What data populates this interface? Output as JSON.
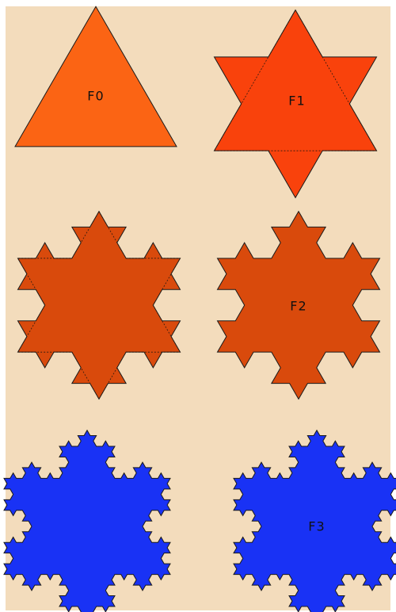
{
  "colors": {
    "background": "#f3dcbc",
    "outline": "#1a1a1a",
    "f0_fill": "#fb6414",
    "f1_fill": "#f9420c",
    "f2_fill": "#d94a0c",
    "f3_fill": "#1932f5"
  },
  "figures": {
    "f0": {
      "label": "F0",
      "iterations": 0
    },
    "f1": {
      "label": "F1",
      "iterations": 1
    },
    "f2": {
      "label": "F2",
      "iterations": 2
    },
    "f3": {
      "label": "F3",
      "iterations": 3
    }
  }
}
